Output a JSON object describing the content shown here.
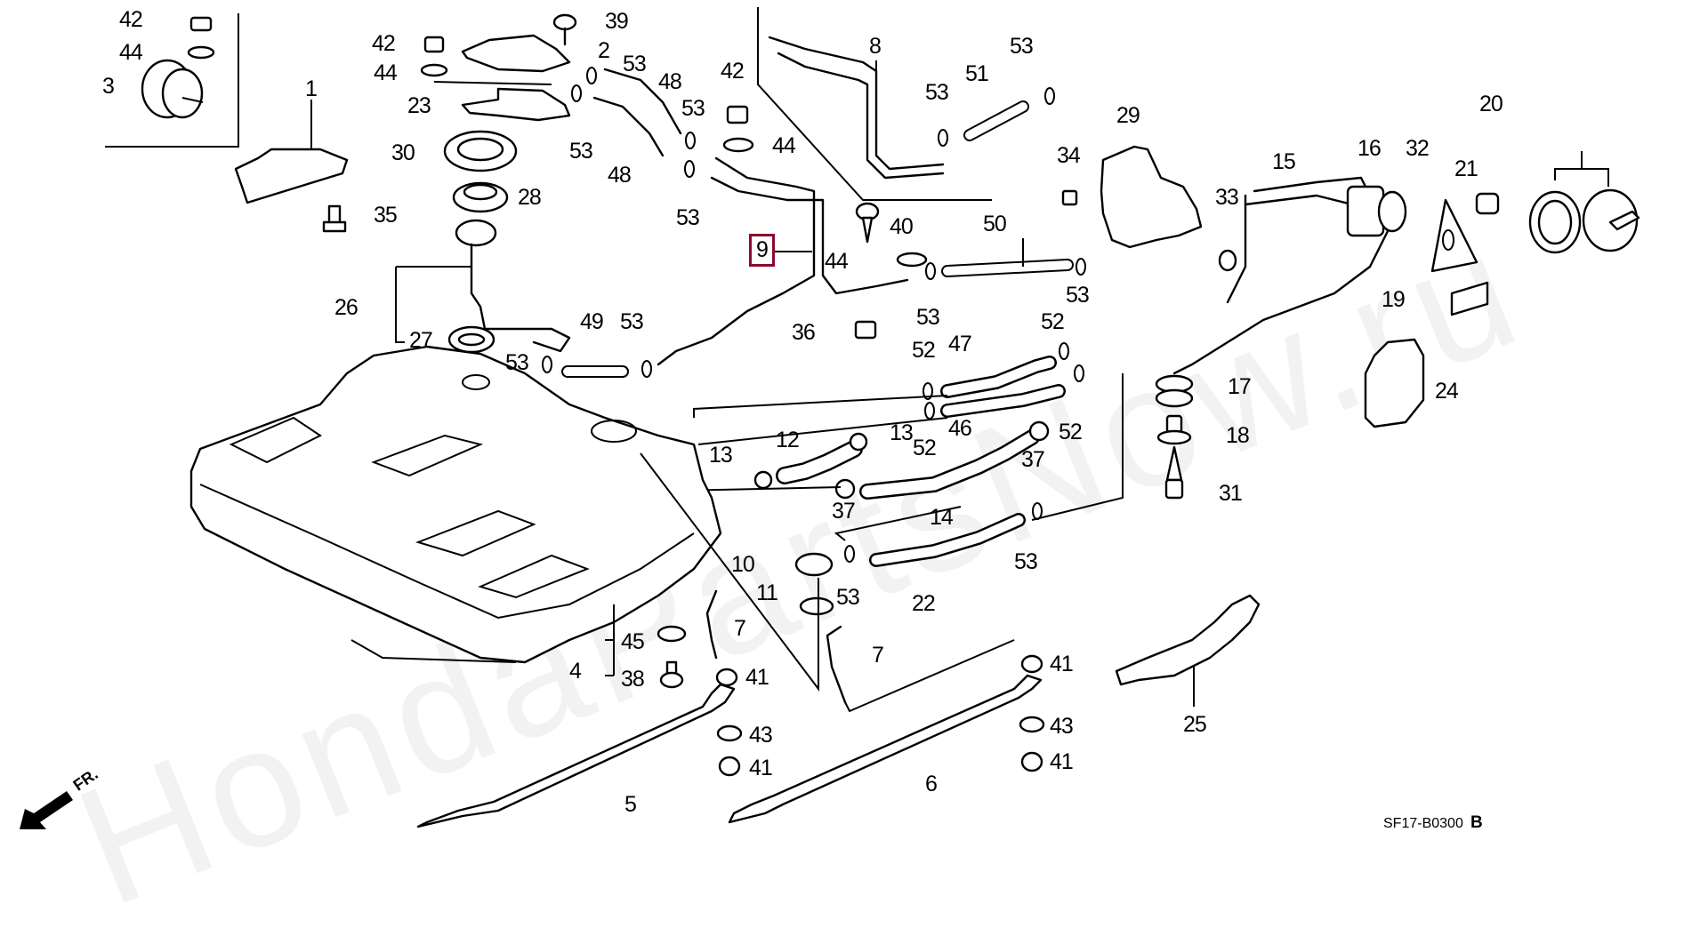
{
  "diagram": {
    "title": "Fuel tank parts diagram",
    "diagram_code": "SF17-B0300",
    "revision": "B",
    "direction_indicator": "FR.",
    "watermark": "HondaPartsNow.ru",
    "highlight_color": "#8b0a2e",
    "highlighted_part": "9",
    "labels": [
      {
        "id": "42a",
        "text": "42"
      },
      {
        "id": "44a",
        "text": "44"
      },
      {
        "id": "3",
        "text": "3"
      },
      {
        "id": "1",
        "text": "1"
      },
      {
        "id": "35",
        "text": "35"
      },
      {
        "id": "42b",
        "text": "42"
      },
      {
        "id": "44b",
        "text": "44"
      },
      {
        "id": "39",
        "text": "39"
      },
      {
        "id": "2",
        "text": "2"
      },
      {
        "id": "23",
        "text": "23"
      },
      {
        "id": "30",
        "text": "30"
      },
      {
        "id": "28",
        "text": "28"
      },
      {
        "id": "26",
        "text": "26"
      },
      {
        "id": "27",
        "text": "27"
      },
      {
        "id": "53a",
        "text": "53"
      },
      {
        "id": "53b",
        "text": "53"
      },
      {
        "id": "48a",
        "text": "48"
      },
      {
        "id": "48b",
        "text": "48"
      },
      {
        "id": "42c",
        "text": "42"
      },
      {
        "id": "44c",
        "text": "44"
      },
      {
        "id": "53c",
        "text": "53"
      },
      {
        "id": "53d",
        "text": "53"
      },
      {
        "id": "8",
        "text": "8"
      },
      {
        "id": "53e",
        "text": "53"
      },
      {
        "id": "51",
        "text": "51"
      },
      {
        "id": "53f",
        "text": "53"
      },
      {
        "id": "9",
        "text": "9"
      },
      {
        "id": "40",
        "text": "40"
      },
      {
        "id": "44d",
        "text": "44"
      },
      {
        "id": "36",
        "text": "36"
      },
      {
        "id": "49",
        "text": "49"
      },
      {
        "id": "53g",
        "text": "53"
      },
      {
        "id": "53h",
        "text": "53"
      },
      {
        "id": "50",
        "text": "50"
      },
      {
        "id": "53i",
        "text": "53"
      },
      {
        "id": "53j",
        "text": "53"
      },
      {
        "id": "34",
        "text": "34"
      },
      {
        "id": "29",
        "text": "29"
      },
      {
        "id": "33",
        "text": "33"
      },
      {
        "id": "15",
        "text": "15"
      },
      {
        "id": "16",
        "text": "16"
      },
      {
        "id": "32",
        "text": "32"
      },
      {
        "id": "20",
        "text": "20"
      },
      {
        "id": "21",
        "text": "21"
      },
      {
        "id": "19",
        "text": "19"
      },
      {
        "id": "24",
        "text": "24"
      },
      {
        "id": "52a",
        "text": "52"
      },
      {
        "id": "47",
        "text": "47"
      },
      {
        "id": "52b",
        "text": "52"
      },
      {
        "id": "46",
        "text": "46"
      },
      {
        "id": "52c",
        "text": "52"
      },
      {
        "id": "52d",
        "text": "52"
      },
      {
        "id": "13a",
        "text": "13"
      },
      {
        "id": "12",
        "text": "12"
      },
      {
        "id": "13b",
        "text": "13"
      },
      {
        "id": "37a",
        "text": "37"
      },
      {
        "id": "37b",
        "text": "37"
      },
      {
        "id": "14",
        "text": "14"
      },
      {
        "id": "17",
        "text": "17"
      },
      {
        "id": "18",
        "text": "18"
      },
      {
        "id": "31",
        "text": "31"
      },
      {
        "id": "10",
        "text": "10"
      },
      {
        "id": "53k",
        "text": "53"
      },
      {
        "id": "11",
        "text": "11"
      },
      {
        "id": "22",
        "text": "22"
      },
      {
        "id": "53l",
        "text": "53"
      },
      {
        "id": "45",
        "text": "45"
      },
      {
        "id": "4",
        "text": "4"
      },
      {
        "id": "38",
        "text": "38"
      },
      {
        "id": "7a",
        "text": "7"
      },
      {
        "id": "41a",
        "text": "41"
      },
      {
        "id": "7b",
        "text": "7"
      },
      {
        "id": "5",
        "text": "5"
      },
      {
        "id": "43a",
        "text": "43"
      },
      {
        "id": "41b",
        "text": "41"
      },
      {
        "id": "6",
        "text": "6"
      },
      {
        "id": "41c",
        "text": "41"
      },
      {
        "id": "43b",
        "text": "43"
      },
      {
        "id": "41d",
        "text": "41"
      },
      {
        "id": "25",
        "text": "25"
      }
    ]
  }
}
